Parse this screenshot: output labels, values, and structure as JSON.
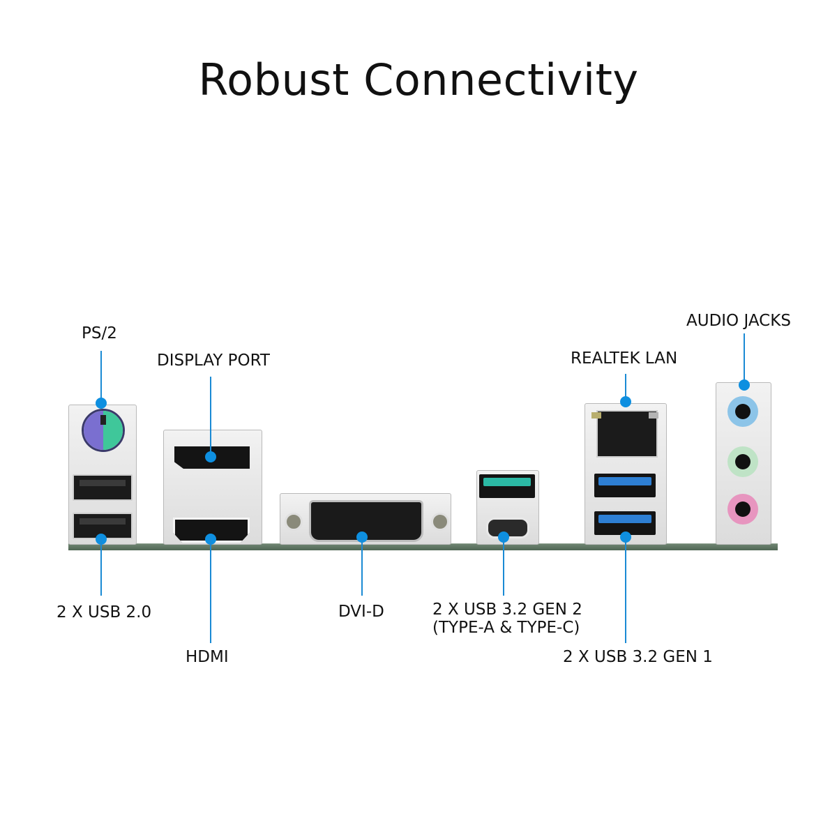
{
  "title": "Robust Connectivity",
  "accent_color": "#0e8fe0",
  "callouts": {
    "ps2": {
      "label": "PS/2"
    },
    "usb20": {
      "label": "2 X USB 2.0"
    },
    "displayport": {
      "label": "DISPLAY PORT"
    },
    "hdmi": {
      "label": "HDMI"
    },
    "dvid": {
      "label": "DVI-D"
    },
    "usb32gen2": {
      "label_line1": "2 X USB 3.2 GEN 2",
      "label_line2": "(TYPE-A & TYPE-C)"
    },
    "lan": {
      "label": "REALTEK LAN"
    },
    "usb32gen1": {
      "label": "2 X USB 3.2 GEN 1"
    },
    "audio": {
      "label": "AUDIO JACKS"
    }
  },
  "ports": {
    "ps2_colors": [
      "#7a6fd0",
      "#3fc79a"
    ],
    "audio_jack_colors": [
      "#8cc4e8",
      "#bfe3c6",
      "#e795bf"
    ]
  }
}
